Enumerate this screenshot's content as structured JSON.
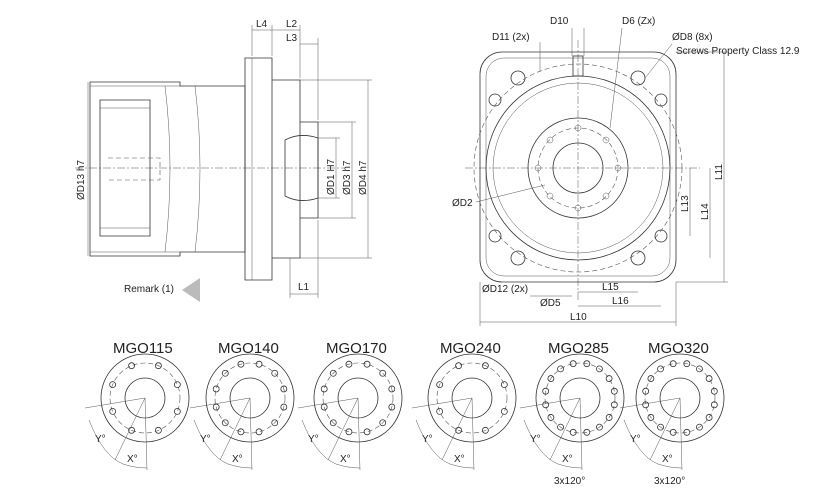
{
  "side_view": {
    "labels": {
      "L4": "L4",
      "L2": "L2",
      "L3": "L3",
      "L1": "L1",
      "D13": "ØD13 h7",
      "D1": "ØD1 H7",
      "D3": "ØD3 h7",
      "D4": "ØD4 h7",
      "remark": "Remark (1)"
    }
  },
  "front_view": {
    "labels": {
      "D10": "D10",
      "D6": "D6 (Zx)",
      "D11": "D11 (2x)",
      "D8": "ØD8 (8x)",
      "screws": "Screws Property Class 12.9",
      "D2": "ØD2",
      "D12": "ØD12 (2x)",
      "D5": "ØD5",
      "L15": "L15",
      "L16": "L16",
      "L10": "L10",
      "L13": "L13",
      "L14": "L14",
      "L11": "L11"
    }
  },
  "variants": [
    {
      "name": "MGO115",
      "holes": 8,
      "y": "Y°",
      "x": "X°",
      "note": ""
    },
    {
      "name": "MGO140",
      "holes": 12,
      "y": "Y°",
      "x": "X°",
      "note": ""
    },
    {
      "name": "MGO170",
      "holes": 12,
      "y": "Y°",
      "x": "X°",
      "note": ""
    },
    {
      "name": "MGO240",
      "holes": 8,
      "y": "Y°",
      "x": "X°",
      "note": ""
    },
    {
      "name": "MGO285",
      "holes": 16,
      "y": "Y°",
      "x": "X°",
      "note": "3x120°"
    },
    {
      "name": "MGO320",
      "holes": 16,
      "y": "Y°",
      "x": "X°",
      "note": "3x120°"
    }
  ]
}
